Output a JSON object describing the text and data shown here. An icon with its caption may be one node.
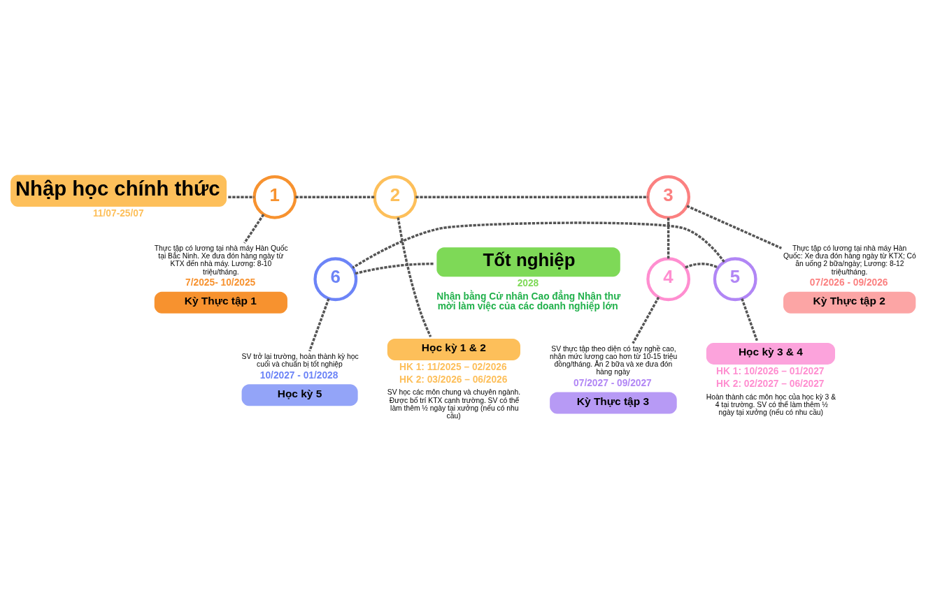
{
  "diagram": {
    "nodes": [
      {
        "text": [
          "Nhập học chính thức"
        ],
        "beside": [
          "11/07-25/07"
        ]
      },
      {
        "text": [
          "1"
        ]
      },
      {
        "text": [
          "Kỳ Thực tập 1"
        ],
        "beside": [
          "Thực tập có lương tại nhà máy Hàn Quốc tại Bắc Ninh. Xe đưa đón hàng ngày từ KTX đến nhà máy. Lương: 8-10 triệu/tháng.",
          "7/2025- 10/2025"
        ]
      },
      {
        "text": [
          "2"
        ]
      },
      {
        "text": [
          "Học kỳ 1 & 2"
        ],
        "beside": [
          "HK 1: 11/2025 – 02/2026",
          "HK 2: 03/2026 – 06/2026",
          "SV học các môn chung và chuyên ngành. Được bố trí KTX cạnh trường. SV có thể làm thêm ½ ngày tại xưởng (nếu có nhu cầu)"
        ]
      },
      {
        "text": [
          "3"
        ]
      },
      {
        "text": [
          "Kỳ Thực tập 2"
        ],
        "beside": [
          "Thực tập có lương tại nhà máy Hàn Quốc: Xe đưa đón hàng ngày từ KTX; Có ăn uống 2 bữa/ngày; Lương: 8-12 triệu/tháng.",
          "07/2026 - 09/2026"
        ]
      },
      {
        "text": [
          "4"
        ]
      },
      {
        "text": [
          "Kỳ Thực tập 3"
        ],
        "beside": [
          "SV thực tập theo diện có tay nghề cao, nhận mức lương cao hơn từ 10-15 triệu đồng/tháng. Ăn 2 bữa và xe đưa đón hàng ngày",
          "07/2027 - 09/2027"
        ]
      },
      {
        "text": [
          "5"
        ]
      },
      {
        "text": [
          "Học kỳ 3 & 4"
        ],
        "beside": [
          "HK 1: 10/2026 – 01/2027",
          "HK 2: 02/2027 – 06/2027",
          "Hoàn thành các môn học của học kỳ 3 & 4 tại trường. SV có thể làm thêm ½ ngày tại xưởng (nếu có nhu cầu)"
        ]
      },
      {
        "text": [
          "6"
        ]
      },
      {
        "text": [
          "Học kỳ 5"
        ],
        "beside": [
          "SV trở lại trường, hoàn thành kỳ học cuối và chuẩn bị tốt nghiệp",
          "10/2027 - 01/2028"
        ]
      },
      {
        "text": [
          "Tốt nghiệp"
        ],
        "beside": [
          "2028",
          "Nhận bằng Cử nhân Cao đẳng Nhận thư mời làm việc của các doanh nghiệp lớn"
        ]
      }
    ],
    "edges": [
      {
        "from": 0,
        "to": 1,
        "arrow": "none",
        "style": "dashed"
      },
      {
        "from": 1,
        "to": 2,
        "arrow": "none",
        "style": "dashed"
      },
      {
        "from": 1,
        "to": 3,
        "arrow": "none",
        "style": "dashed"
      },
      {
        "from": 3,
        "to": 4,
        "arrow": "none",
        "style": "dashed"
      },
      {
        "from": 3,
        "to": 5,
        "arrow": "none",
        "style": "dashed"
      },
      {
        "from": 5,
        "to": 6,
        "arrow": "none",
        "style": "dashed"
      },
      {
        "from": 5,
        "to": 7,
        "arrow": "none",
        "style": "dashed"
      },
      {
        "from": 7,
        "to": 8,
        "arrow": "none",
        "style": "dashed"
      },
      {
        "from": 7,
        "to": 9,
        "arrow": "none",
        "style": "dashed"
      },
      {
        "from": 9,
        "to": 10,
        "arrow": "none",
        "style": "dashed"
      },
      {
        "from": 9,
        "to": 11,
        "arrow": "none",
        "style": "dashed"
      },
      {
        "from": 11,
        "to": 12,
        "arrow": "none",
        "style": "dashed"
      },
      {
        "from": 11,
        "to": 13,
        "arrow": "none",
        "style": "dashed"
      }
    ]
  }
}
